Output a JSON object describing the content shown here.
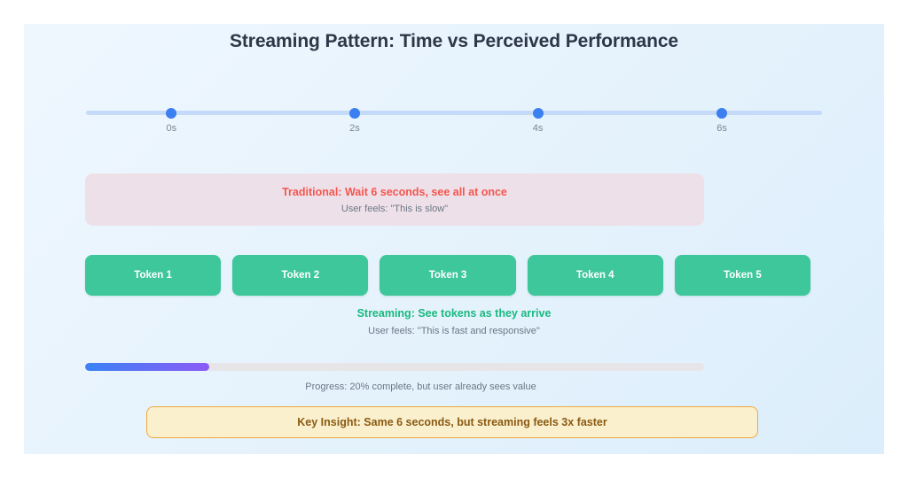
{
  "page": {
    "title": "Streaming Pattern: Time vs Perceived Performance",
    "background_start": "#eff7fe",
    "background_end": "#dceefb"
  },
  "timeline": {
    "accent_color": "#3b7ff0",
    "track_color": "#c4daf8",
    "nodes": [
      {
        "label": "0s",
        "position_pct": 11.6
      },
      {
        "label": "2s",
        "position_pct": 36.5
      },
      {
        "label": "4s",
        "position_pct": 61.4
      },
      {
        "label": "6s",
        "position_pct": 86.4
      }
    ]
  },
  "traditional": {
    "headline": "Traditional: Wait 6 seconds, see all at once",
    "subtext": "User feels: \"This is slow\"",
    "headline_color": "#f4564f",
    "fill_color": "#eee0e8"
  },
  "tokens": {
    "color": "#3ec79a",
    "items": [
      {
        "label": "Token 1"
      },
      {
        "label": "Token 2"
      },
      {
        "label": "Token 3"
      },
      {
        "label": "Token 4"
      },
      {
        "label": "Token 5"
      }
    ]
  },
  "streaming": {
    "headline": "Streaming: See tokens as they arrive",
    "subtext": "User feels: \"This is fast and responsive\"",
    "headline_color": "#19b97f"
  },
  "progress": {
    "percent": 20,
    "caption": "Progress: 20% complete, but user already sees value",
    "gradient_start": "#3b82f6",
    "gradient_end": "#8b5cf6",
    "track_color": "#e7e5e7"
  },
  "insight": {
    "text": "Key Insight: Same 6 seconds, but streaming feels 3x faster",
    "border_color": "#f0a83c",
    "fill_color": "#faf0cd",
    "text_color": "#8a5a12"
  }
}
